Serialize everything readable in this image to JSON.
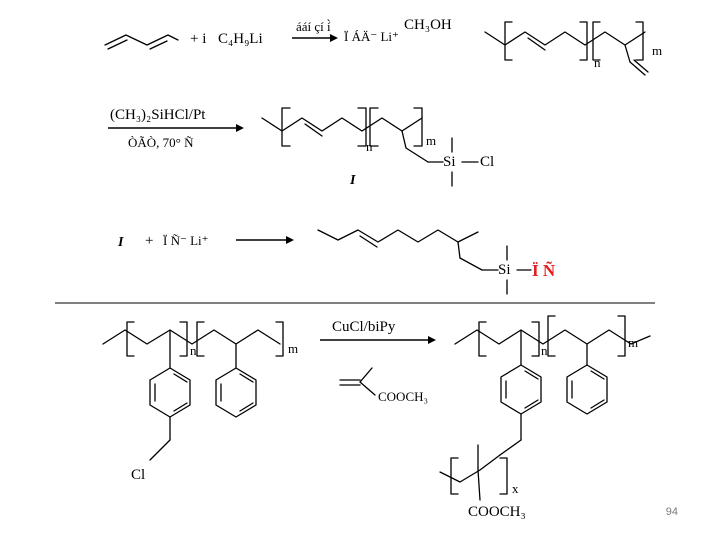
{
  "reaction1": {
    "reagent": "+ i",
    "reagent_formula": "C₄H₉Li",
    "arrow_top": "ááí çí í̀",
    "intermediate": "Ï ÁÄ⁻ Li⁺",
    "quench": "CH₃OH",
    "subscript_n": "n",
    "subscript_m": "m"
  },
  "reaction2": {
    "reagent": "(CH₃)₂SiHCl/Pt",
    "conditions": "ÒÃÒ, 70° Ñ",
    "subscript_n": "n",
    "subscript_m": "m",
    "si": "Si",
    "cl": "Cl",
    "label": "I"
  },
  "reaction3": {
    "lhs_label": "I",
    "plus": "+",
    "nucleophile": "Ï Ñ⁻ Li⁺",
    "si": "Si",
    "product_group": "Ï Ñ"
  },
  "reaction4": {
    "subscript_n": "n",
    "subscript_m": "m",
    "cl": "Cl",
    "catalyst": "CuCl/biPy",
    "monomer_group": "COOCH₃",
    "product_ester": "COOCH₃",
    "subscript_x": "x",
    "product_n": "n",
    "product_m": "m"
  },
  "page_number": "94"
}
